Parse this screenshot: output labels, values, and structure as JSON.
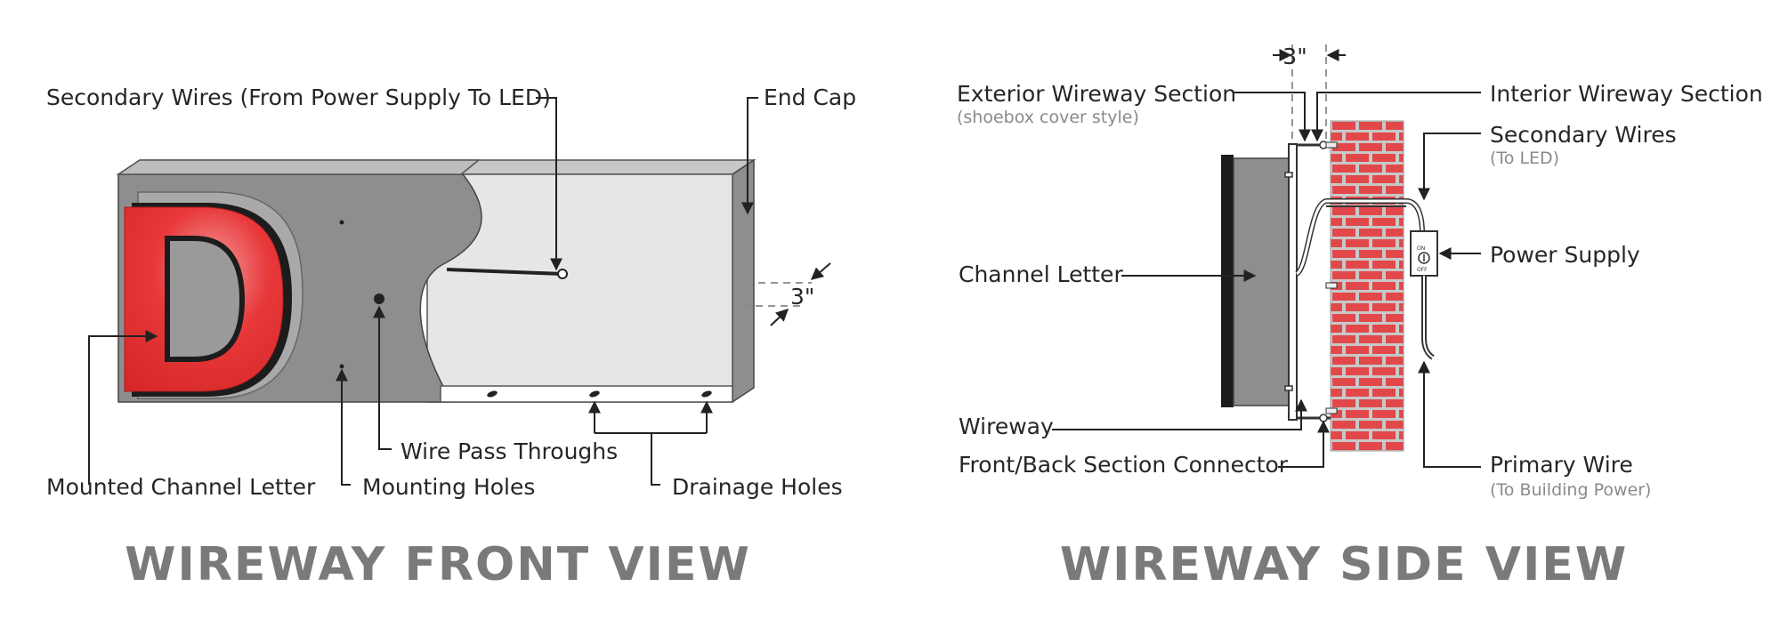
{
  "front_view": {
    "title": "WIREWAY FRONT VIEW",
    "labels": {
      "secondary_wires": "Secondary Wires (From Power Supply To LED)",
      "end_cap": "End Cap",
      "dimension": "3\"",
      "mounted_channel_letter": "Mounted Channel Letter",
      "mounting_holes": "Mounting Holes",
      "wire_pass_throughs": "Wire Pass Throughs",
      "drainage_holes": "Drainage Holes"
    },
    "letter": "D",
    "colors": {
      "letter_red": "#e8383a",
      "wireway_gray": "#8e8e90",
      "interior": "#e6e6e7"
    }
  },
  "side_view": {
    "title": "WIREWAY SIDE VIEW",
    "labels": {
      "dimension": "3\"",
      "exterior_wireway": "Exterior Wireway Section",
      "exterior_wireway_sub": "(shoebox cover style)",
      "interior_wireway": "Interior Wireway Section",
      "secondary_wires": "Secondary Wires",
      "secondary_wires_sub": "(To LED)",
      "power_supply": "Power Supply",
      "channel_letter": "Channel Letter",
      "wireway": "Wireway",
      "front_back_connector": "Front/Back Section Connector",
      "primary_wire": "Primary Wire",
      "primary_wire_sub": "(To Building Power)",
      "switch_on": "ON",
      "switch_off": "OFF"
    },
    "colors": {
      "brick": "#e2484a",
      "mortar": "#c8c8c8"
    }
  }
}
